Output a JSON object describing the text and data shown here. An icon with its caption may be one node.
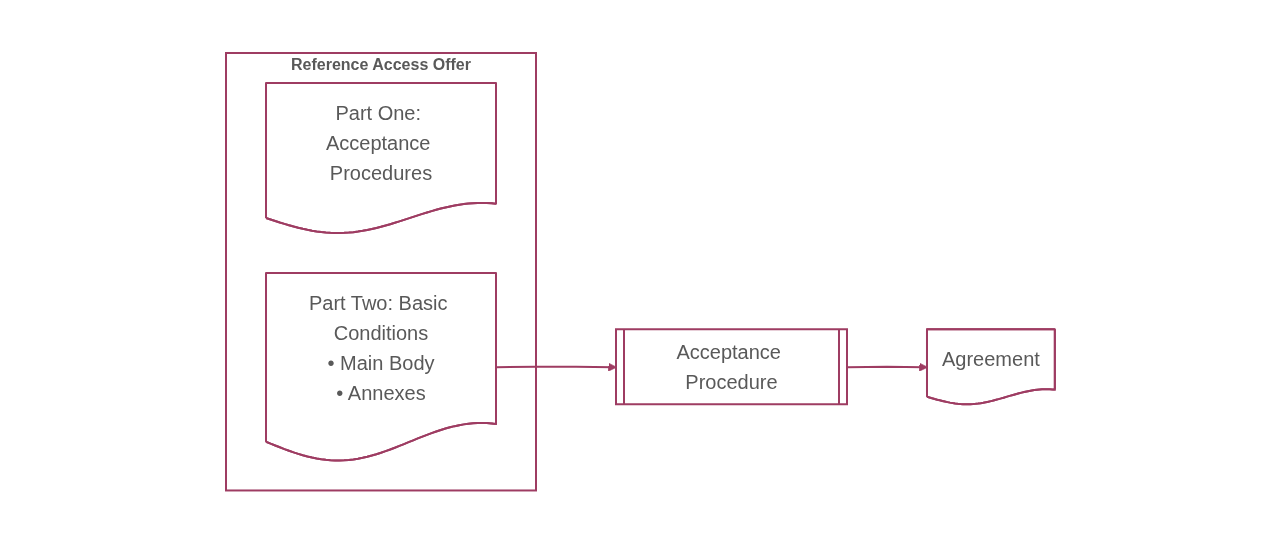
{
  "diagram": {
    "nodes": [
      {
        "text": [
          "Reference Access Offer"
        ]
      },
      {
        "text": [
          "Part One: Acceptance Procedures"
        ],
        "in": 0
      },
      {
        "text": [
          "Part Two: Basic Conditions",
          "• Main Body",
          "• Annexes"
        ],
        "in": 0
      },
      {
        "text": [
          "Acceptance Procedure"
        ]
      },
      {
        "text": [
          "Agreement"
        ]
      }
    ],
    "edges": [
      {
        "from": 2,
        "to": 3,
        "arrow": "to"
      },
      {
        "from": 3,
        "to": 4,
        "arrow": "to"
      }
    ]
  }
}
